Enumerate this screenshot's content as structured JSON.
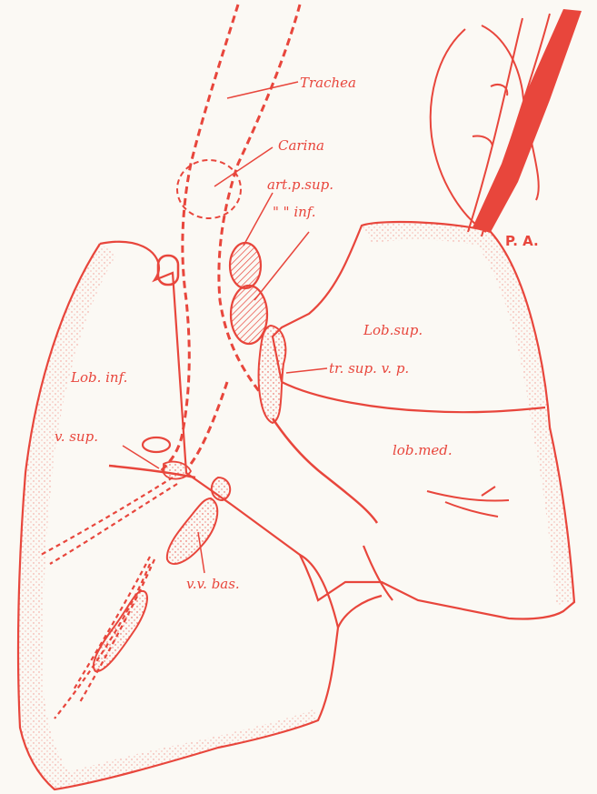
{
  "labels": {
    "trachea": "Trachea",
    "carina": "Carina",
    "art_p_sup": "art.p.sup.",
    "ditto_inf": "\"  \" inf.",
    "lob_sup": "Lob.sup.",
    "lob_inf": "Lob. inf.",
    "tr_sup_vp": "tr. sup. v. p.",
    "v_sup": "v. sup.",
    "lob_med": "lob.med.",
    "vv_bas": "v.v. bas.",
    "pa": "P. A."
  },
  "colors": {
    "ink": "#e8463c",
    "paper": "#fbf9f4"
  }
}
